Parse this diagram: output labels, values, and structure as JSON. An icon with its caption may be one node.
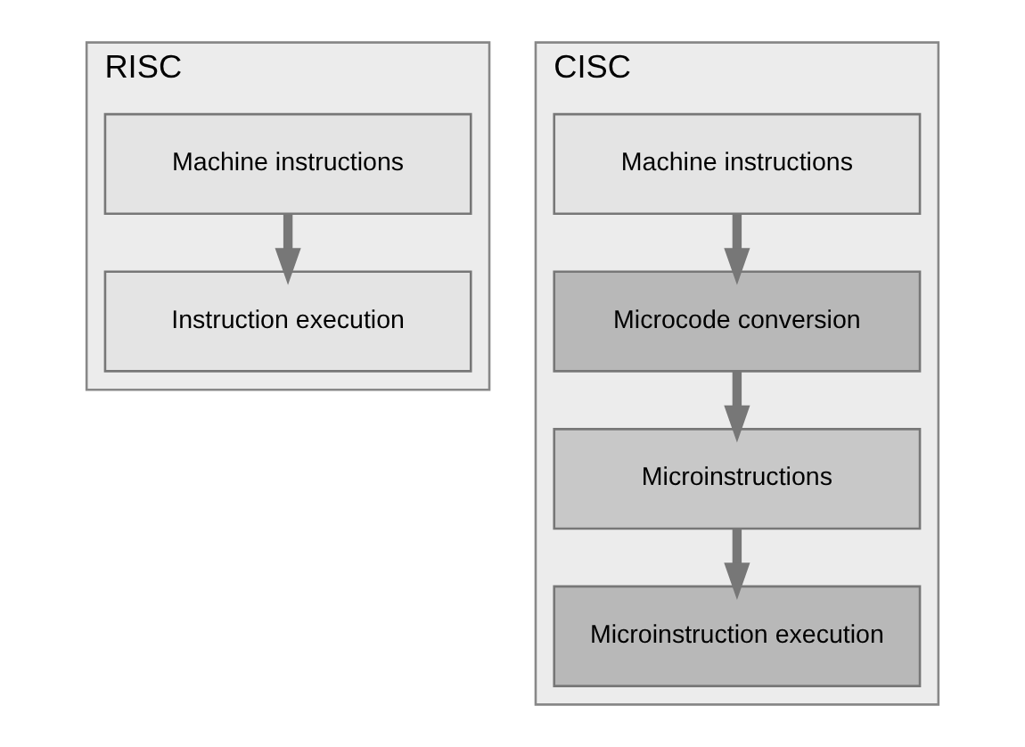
{
  "diagram": {
    "nodes": [
      {
        "text": [
          "RISC"
        ]
      },
      {
        "text": [
          "Machine instructions"
        ],
        "in": 0
      },
      {
        "text": [
          "Instruction execution"
        ],
        "in": 0
      },
      {
        "text": [
          "CISC"
        ]
      },
      {
        "text": [
          "Machine instructions"
        ],
        "in": 3
      },
      {
        "text": [
          "Microcode conversion"
        ],
        "in": 3
      },
      {
        "text": [
          "Microinstructions"
        ],
        "in": 3
      },
      {
        "text": [
          "Microinstruction execution"
        ],
        "in": 3
      }
    ],
    "edges": [
      {
        "from": 1,
        "to": 2,
        "arrow": "to"
      },
      {
        "from": 4,
        "to": 5,
        "arrow": "to"
      },
      {
        "from": 5,
        "to": 6,
        "arrow": "to"
      },
      {
        "from": 6,
        "to": 7,
        "arrow": "to"
      }
    ]
  }
}
